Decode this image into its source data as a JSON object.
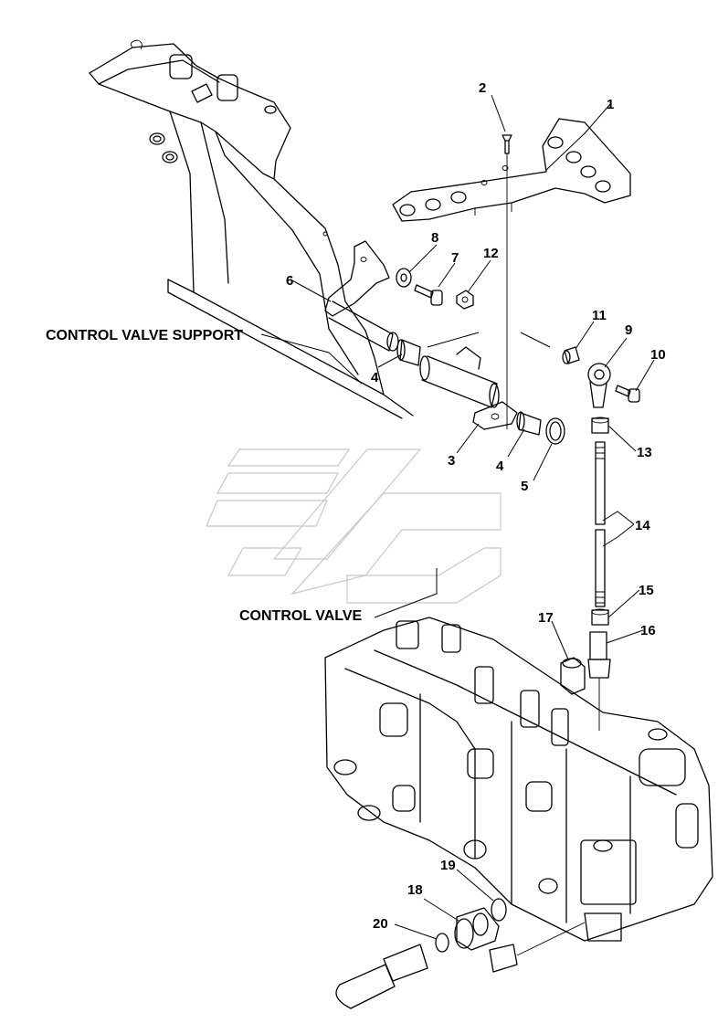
{
  "labels": {
    "control_valve_support": "CONTROL VALVE SUPPORT",
    "control_valve": "CONTROL VALVE"
  },
  "callouts": [
    "1",
    "2",
    "3",
    "4",
    "4",
    "5",
    "6",
    "7",
    "8",
    "9",
    "10",
    "11",
    "12",
    "13",
    "14",
    "15",
    "16",
    "17",
    "18",
    "19",
    "20"
  ]
}
